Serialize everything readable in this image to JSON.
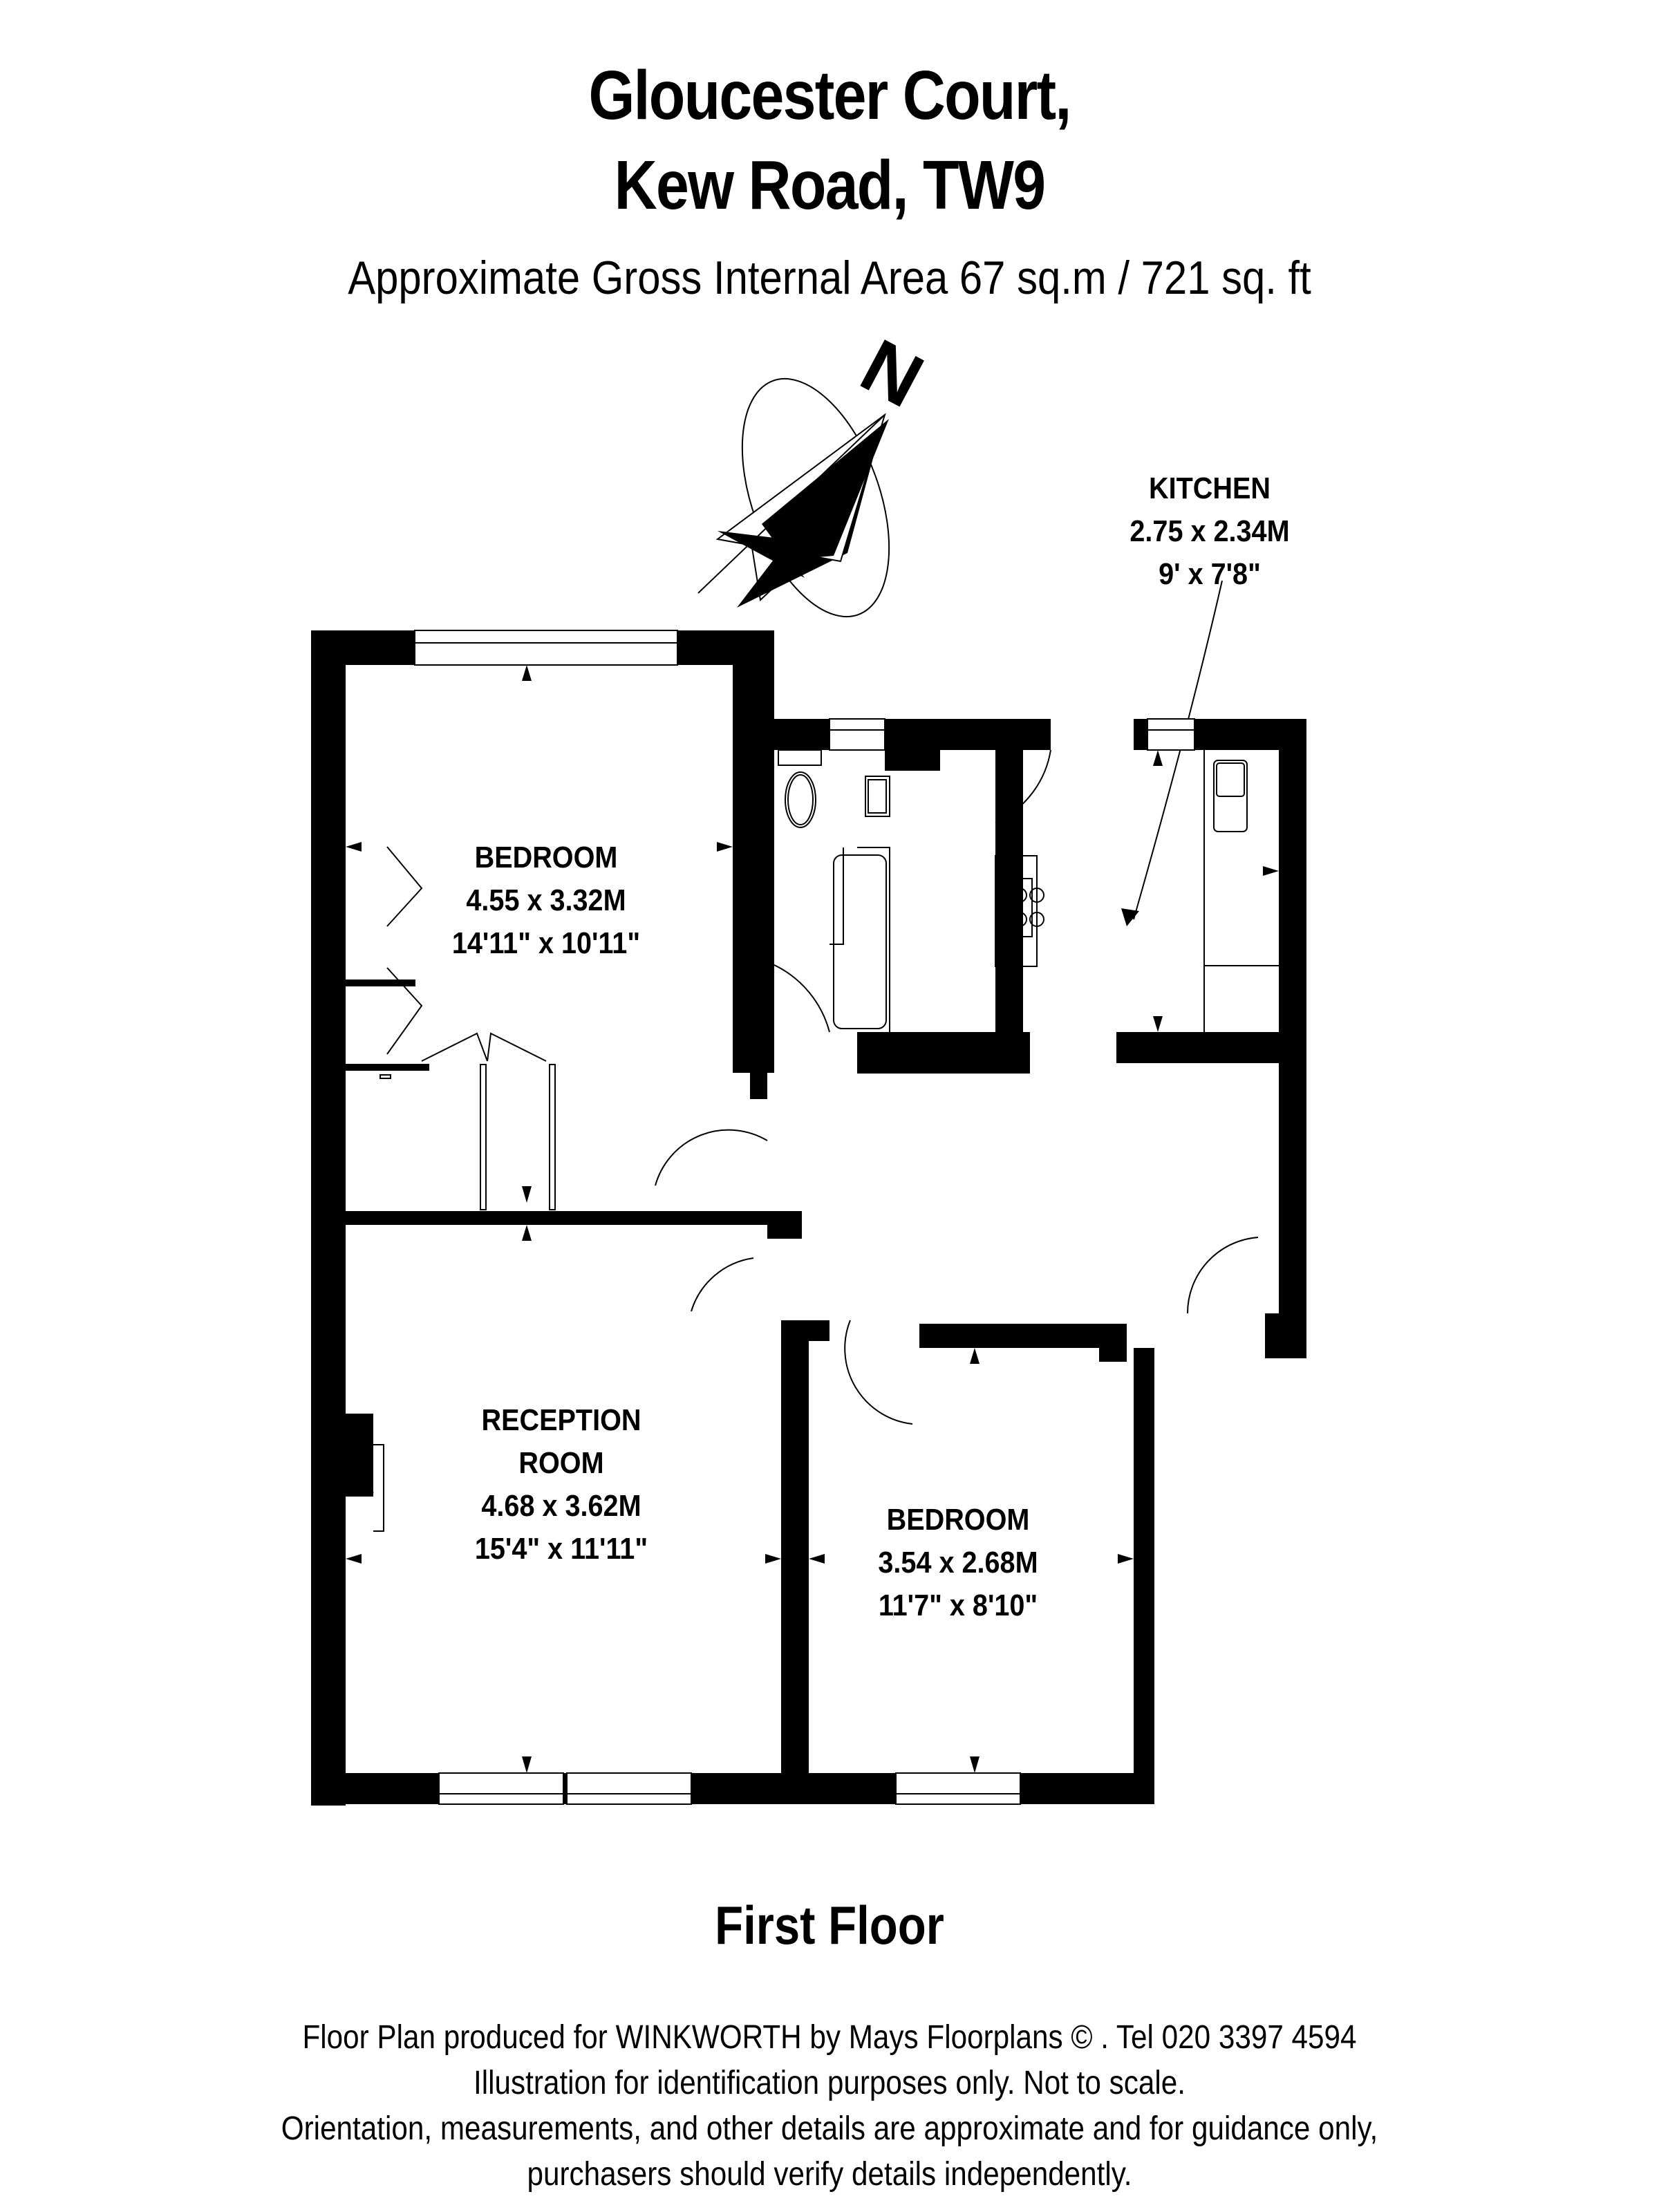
{
  "header": {
    "title_line1": "Gloucester Court,",
    "title_line2": "Kew Road, TW9",
    "area_text": "Approximate Gross Internal Area 67 sq.m  /  721 sq. ft"
  },
  "compass": {
    "label": "N",
    "icon": "north-arrow-icon"
  },
  "rooms": [
    {
      "name": "BEDROOM",
      "metric": "4.55 x 3.32M",
      "imperial": "14'11\" x 10'11\""
    },
    {
      "name": "KITCHEN",
      "metric": "2.75 x 2.34M",
      "imperial": "9' x 7'8\""
    },
    {
      "name_line1": "RECEPTION",
      "name_line2": "ROOM",
      "metric": "4.68 x 3.62M",
      "imperial": "15'4\" x 11'11\""
    },
    {
      "name": "BEDROOM",
      "metric": "3.54 x 2.68M",
      "imperial": "11'7\" x 8'10\""
    }
  ],
  "floor_label": "First Floor",
  "footer": {
    "line1": "Floor Plan produced for WINKWORTH by Mays Floorplans  © . Tel 020 3397 4594",
    "line2": "Illustration for identification purposes only. Not to scale.",
    "line3": "Orientation, measurements, and other details are approximate and for guidance only,",
    "line4": "purchasers should verify details independently."
  },
  "colors": {
    "wall": "#000000",
    "background": "#ffffff"
  }
}
